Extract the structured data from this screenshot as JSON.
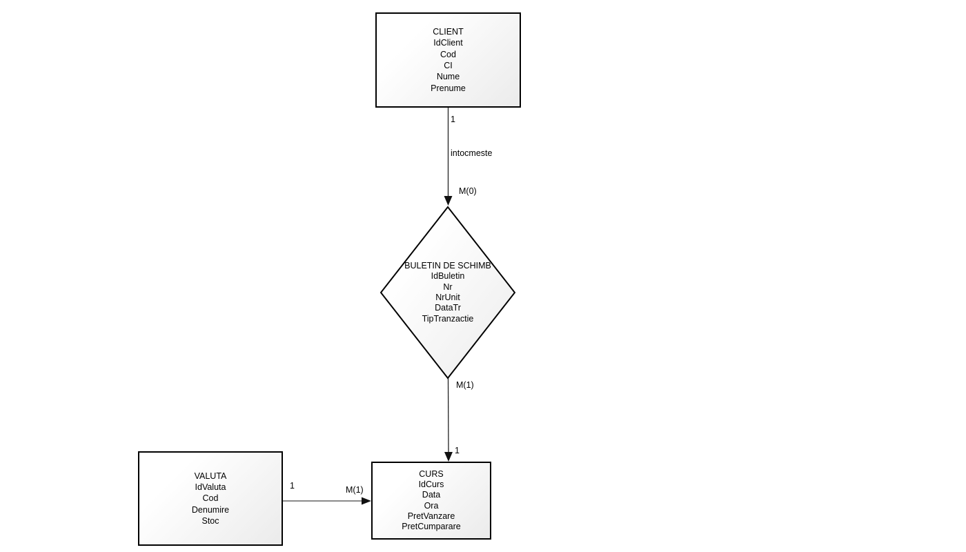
{
  "diagram": {
    "entities": {
      "client": {
        "title": "CLIENT",
        "attributes": [
          "IdClient",
          "Cod",
          "CI",
          "Nume",
          "Prenume"
        ]
      },
      "valuta": {
        "title": "VALUTA",
        "attributes": [
          "IdValuta",
          "Cod",
          "Denumire",
          "Stoc"
        ]
      },
      "curs": {
        "title": "CURS",
        "attributes": [
          "IdCurs",
          "Data",
          "Ora",
          "PretVanzare",
          "PretCumparare"
        ]
      }
    },
    "relationship": {
      "title": "BULETIN DE SCHIMB",
      "attributes": [
        "IdBuletin",
        "Nr",
        "NrUnit",
        "DataTr",
        "TipTranzactie"
      ]
    },
    "connectors": {
      "client_buletin": {
        "source_cardinality": "1",
        "label": "intocmeste",
        "target_cardinality": "M(0)"
      },
      "buletin_curs": {
        "source_cardinality": "M(1)",
        "target_cardinality": "1"
      },
      "valuta_curs": {
        "source_cardinality": "1",
        "target_cardinality": "M(1)"
      }
    },
    "colors": {
      "background": "#ffffff",
      "node_border": "#000000",
      "node_fill_light": "#ffffff",
      "node_fill_dark": "#ebebeb",
      "connector": "#222222",
      "text": "#000000"
    }
  }
}
